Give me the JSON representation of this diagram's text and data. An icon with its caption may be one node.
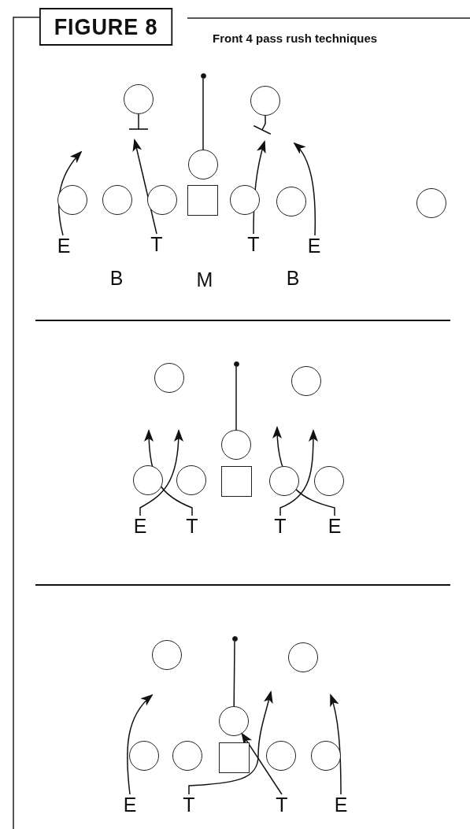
{
  "diagram": {
    "title": "FIGURE 8",
    "nodes": [
      {
        "text": [],
        "shape": "dot"
      },
      {
        "text": [],
        "shape": "circle"
      },
      {
        "text": [],
        "shape": "circle"
      },
      {
        "text": [],
        "shape": "circle"
      },
      {
        "text": [],
        "shape": "circle"
      },
      {
        "text": [],
        "shape": "circle"
      },
      {
        "text": [],
        "shape": "circle"
      },
      {
        "text": [],
        "shape": "box"
      },
      {
        "text": [],
        "shape": "circle"
      },
      {
        "text": [],
        "shape": "circle"
      },
      {
        "text": [],
        "shape": "circle"
      },
      {
        "text": [
          "E"
        ]
      },
      {
        "text": [
          "T"
        ]
      },
      {
        "text": [
          "T"
        ]
      },
      {
        "text": [
          "E"
        ]
      },
      {
        "text": [],
        "shape": "dot"
      },
      {
        "text": [],
        "shape": "circle"
      },
      {
        "text": [],
        "shape": "circle"
      },
      {
        "text": [],
        "shape": "circle"
      },
      {
        "text": [],
        "shape": "circle"
      },
      {
        "text": [],
        "shape": "circle"
      },
      {
        "text": [],
        "shape": "box"
      },
      {
        "text": [],
        "shape": "circle"
      },
      {
        "text": [],
        "shape": "circle"
      },
      {
        "text": [
          "E"
        ]
      },
      {
        "text": [
          "T"
        ]
      },
      {
        "text": [
          "T"
        ]
      },
      {
        "text": [
          "E"
        ]
      },
      {
        "text": [],
        "shape": "dot"
      },
      {
        "text": [],
        "shape": "circle"
      },
      {
        "text": [],
        "shape": "circle"
      },
      {
        "text": [],
        "shape": "circle"
      },
      {
        "text": [],
        "shape": "circle"
      },
      {
        "text": [],
        "shape": "circle"
      },
      {
        "text": [],
        "shape": "box"
      },
      {
        "text": [],
        "shape": "circle"
      },
      {
        "text": [],
        "shape": "circle"
      },
      {
        "text": [
          "E"
        ]
      },
      {
        "text": [
          "T"
        ]
      },
      {
        "text": [
          "T"
        ]
      },
      {
        "text": [
          "E"
        ]
      }
    ],
    "edges": [
      {
        "from": 0,
        "to": 3,
        "arrow": "none"
      },
      {
        "from": 1,
        "to": null,
        "arrow": "other"
      },
      {
        "from": 2,
        "to": null,
        "arrow": "other"
      },
      {
        "from": 11,
        "to": null,
        "arrow": "to"
      },
      {
        "from": 12,
        "to": null,
        "arrow": "to"
      },
      {
        "from": 13,
        "to": null,
        "arrow": "to"
      },
      {
        "from": 14,
        "to": null,
        "arrow": "to"
      },
      {
        "from": 15,
        "to": 18,
        "arrow": "none"
      },
      {
        "from": 24,
        "to": null,
        "arrow": "to"
      },
      {
        "from": 25,
        "to": null,
        "arrow": "to"
      },
      {
        "from": 26,
        "to": null,
        "arrow": "to"
      },
      {
        "from": 27,
        "to": null,
        "arrow": "to"
      },
      {
        "from": 28,
        "to": 31,
        "arrow": "none"
      },
      {
        "from": 37,
        "to": null,
        "arrow": "to"
      },
      {
        "from": 38,
        "to": null,
        "arrow": "to"
      },
      {
        "from": 39,
        "to": 31,
        "arrow": "to"
      },
      {
        "from": 40,
        "to": null,
        "arrow": "to"
      }
    ],
    "labels": [
      "Front 4 pass rush techniques",
      "B",
      "M",
      "B"
    ]
  }
}
